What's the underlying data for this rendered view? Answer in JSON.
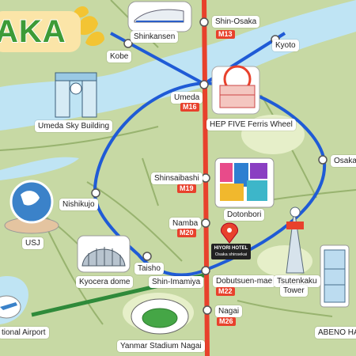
{
  "title": "AKA",
  "colors": {
    "loop": "#1f5bd6",
    "midosuji": "#e8412c",
    "kyoto_line": "#1f5bd6",
    "airport_line": "#2f8a3a",
    "water": "#bfe4f4",
    "land": "#c7d9a4",
    "park": "#e6efc9"
  },
  "stations": {
    "shin_osaka": "Shin-Osaka",
    "kobe": "Kobe",
    "kyoto": "Kyoto",
    "umeda": "Umeda",
    "osaka_right": "Osaka",
    "shinsaibashi": "Shinsaibashi",
    "nishikujo": "Nishikujo",
    "namba": "Namba",
    "taisho": "Taisho",
    "shin_imamiya": "Shin-Imamiya",
    "dobutsuen_mae": "Dobutsuen-mae",
    "nagai": "Nagai"
  },
  "codes": {
    "shin_osaka": "M13",
    "umeda": "M16",
    "shinsaibashi": "M19",
    "namba": "M20",
    "dobutsuen_mae": "M22",
    "nagai": "M26"
  },
  "landmarks": {
    "shinkansen": "Shinkansen",
    "umeda_sky": "Umeda Sky Building",
    "hep_five": "HEP FIVE Ferris Wheel",
    "dotonbori": "Dotonbori",
    "usj": "USJ",
    "kyocera": "Kyocera dome",
    "tsutenkaku_1": "Tsutenkaku",
    "tsutenkaku_2": "Tower",
    "yanmar": "Yanmar Stadium Nagai",
    "airport": "tional Airport",
    "abeno": "ABENO HAR"
  },
  "hotel": {
    "line1": "HIYORI HOTEL",
    "line2": "Osaka shinsekai"
  },
  "icons": [
    "bullet-train-icon",
    "skyscraper-icon",
    "ferris-wheel-icon",
    "billboard-icon",
    "globe-icon",
    "dome-icon",
    "tower-icon",
    "stadium-icon",
    "airplane-icon",
    "high-rise-icon",
    "hotel-pin-icon",
    "ginkgo-leaf-icon"
  ]
}
